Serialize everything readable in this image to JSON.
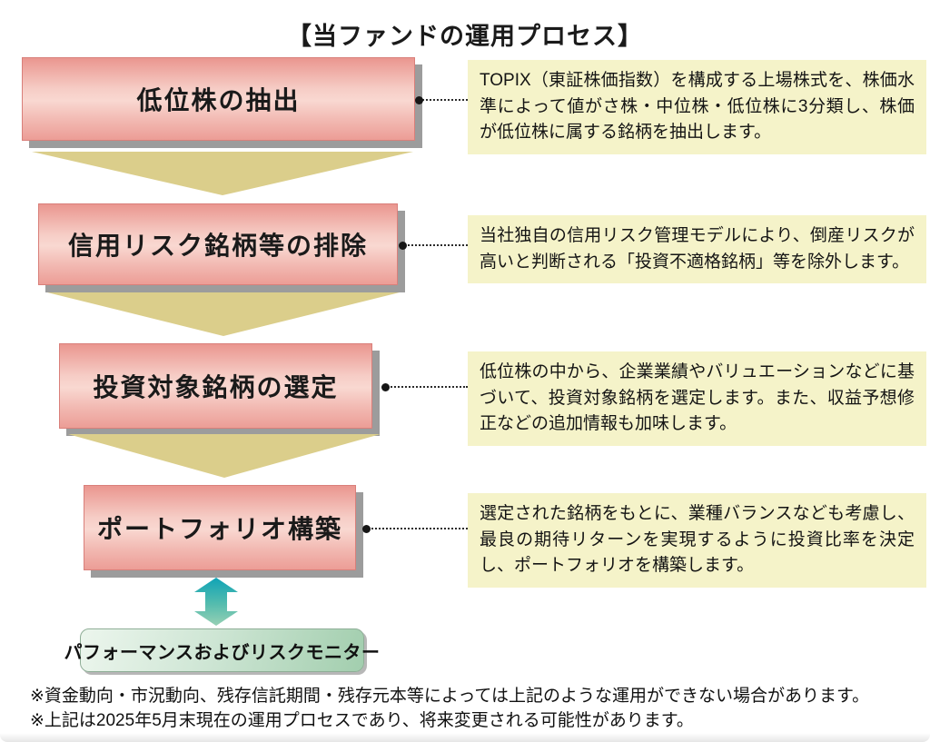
{
  "title": "【当ファンドの運用プロセス】",
  "steps": [
    {
      "label": "低位株の抽出",
      "description": "TOPIX（東証株価指数）を構成する上場株式を、株価水準によって値がさ株・中位株・低位株に3分類し、株価が低位株に属する銘柄を抽出します。"
    },
    {
      "label": "信用リスク銘柄等の排除",
      "description": "当社独自の信用リスク管理モデルにより、倒産リスクが高いと判断される「投資不適格銘柄」等を除外します。"
    },
    {
      "label": "投資対象銘柄の選定",
      "description": "低位株の中から、企業業績やバリュエーションなどに基づいて、投資対象銘柄を選定します。また、収益予想修正などの追加情報も加味します。"
    },
    {
      "label": "ポートフォリオ構築",
      "description": "選定された銘柄をもとに、業種バランスなども考慮し、最良の期待リターンを実現するように投資比率を決定し、ポートフォリオを構築します。"
    }
  ],
  "monitor": {
    "label": "パフォーマンスおよびリスクモニター"
  },
  "footnotes": [
    "※資金動向・市況動向、残存信託期間・残存元本等によっては上記のような運用ができない場合があります。",
    "※上記は2025年5月末現在の運用プロセスであり、将来変更される可能性があります。"
  ],
  "colors": {
    "step_box_pink": "#f0a69f",
    "step_box_border": "#d97f7a",
    "drop_shadow_gray": "#9c9c9c",
    "flow_arrow_tan": "#dbce8b",
    "description_bg_yellow": "#f5f3c9",
    "monitor_green": "#a2ceae",
    "double_arrow_teal_top": "#0fa3b6",
    "double_arrow_green_bottom": "#97d0b4"
  }
}
